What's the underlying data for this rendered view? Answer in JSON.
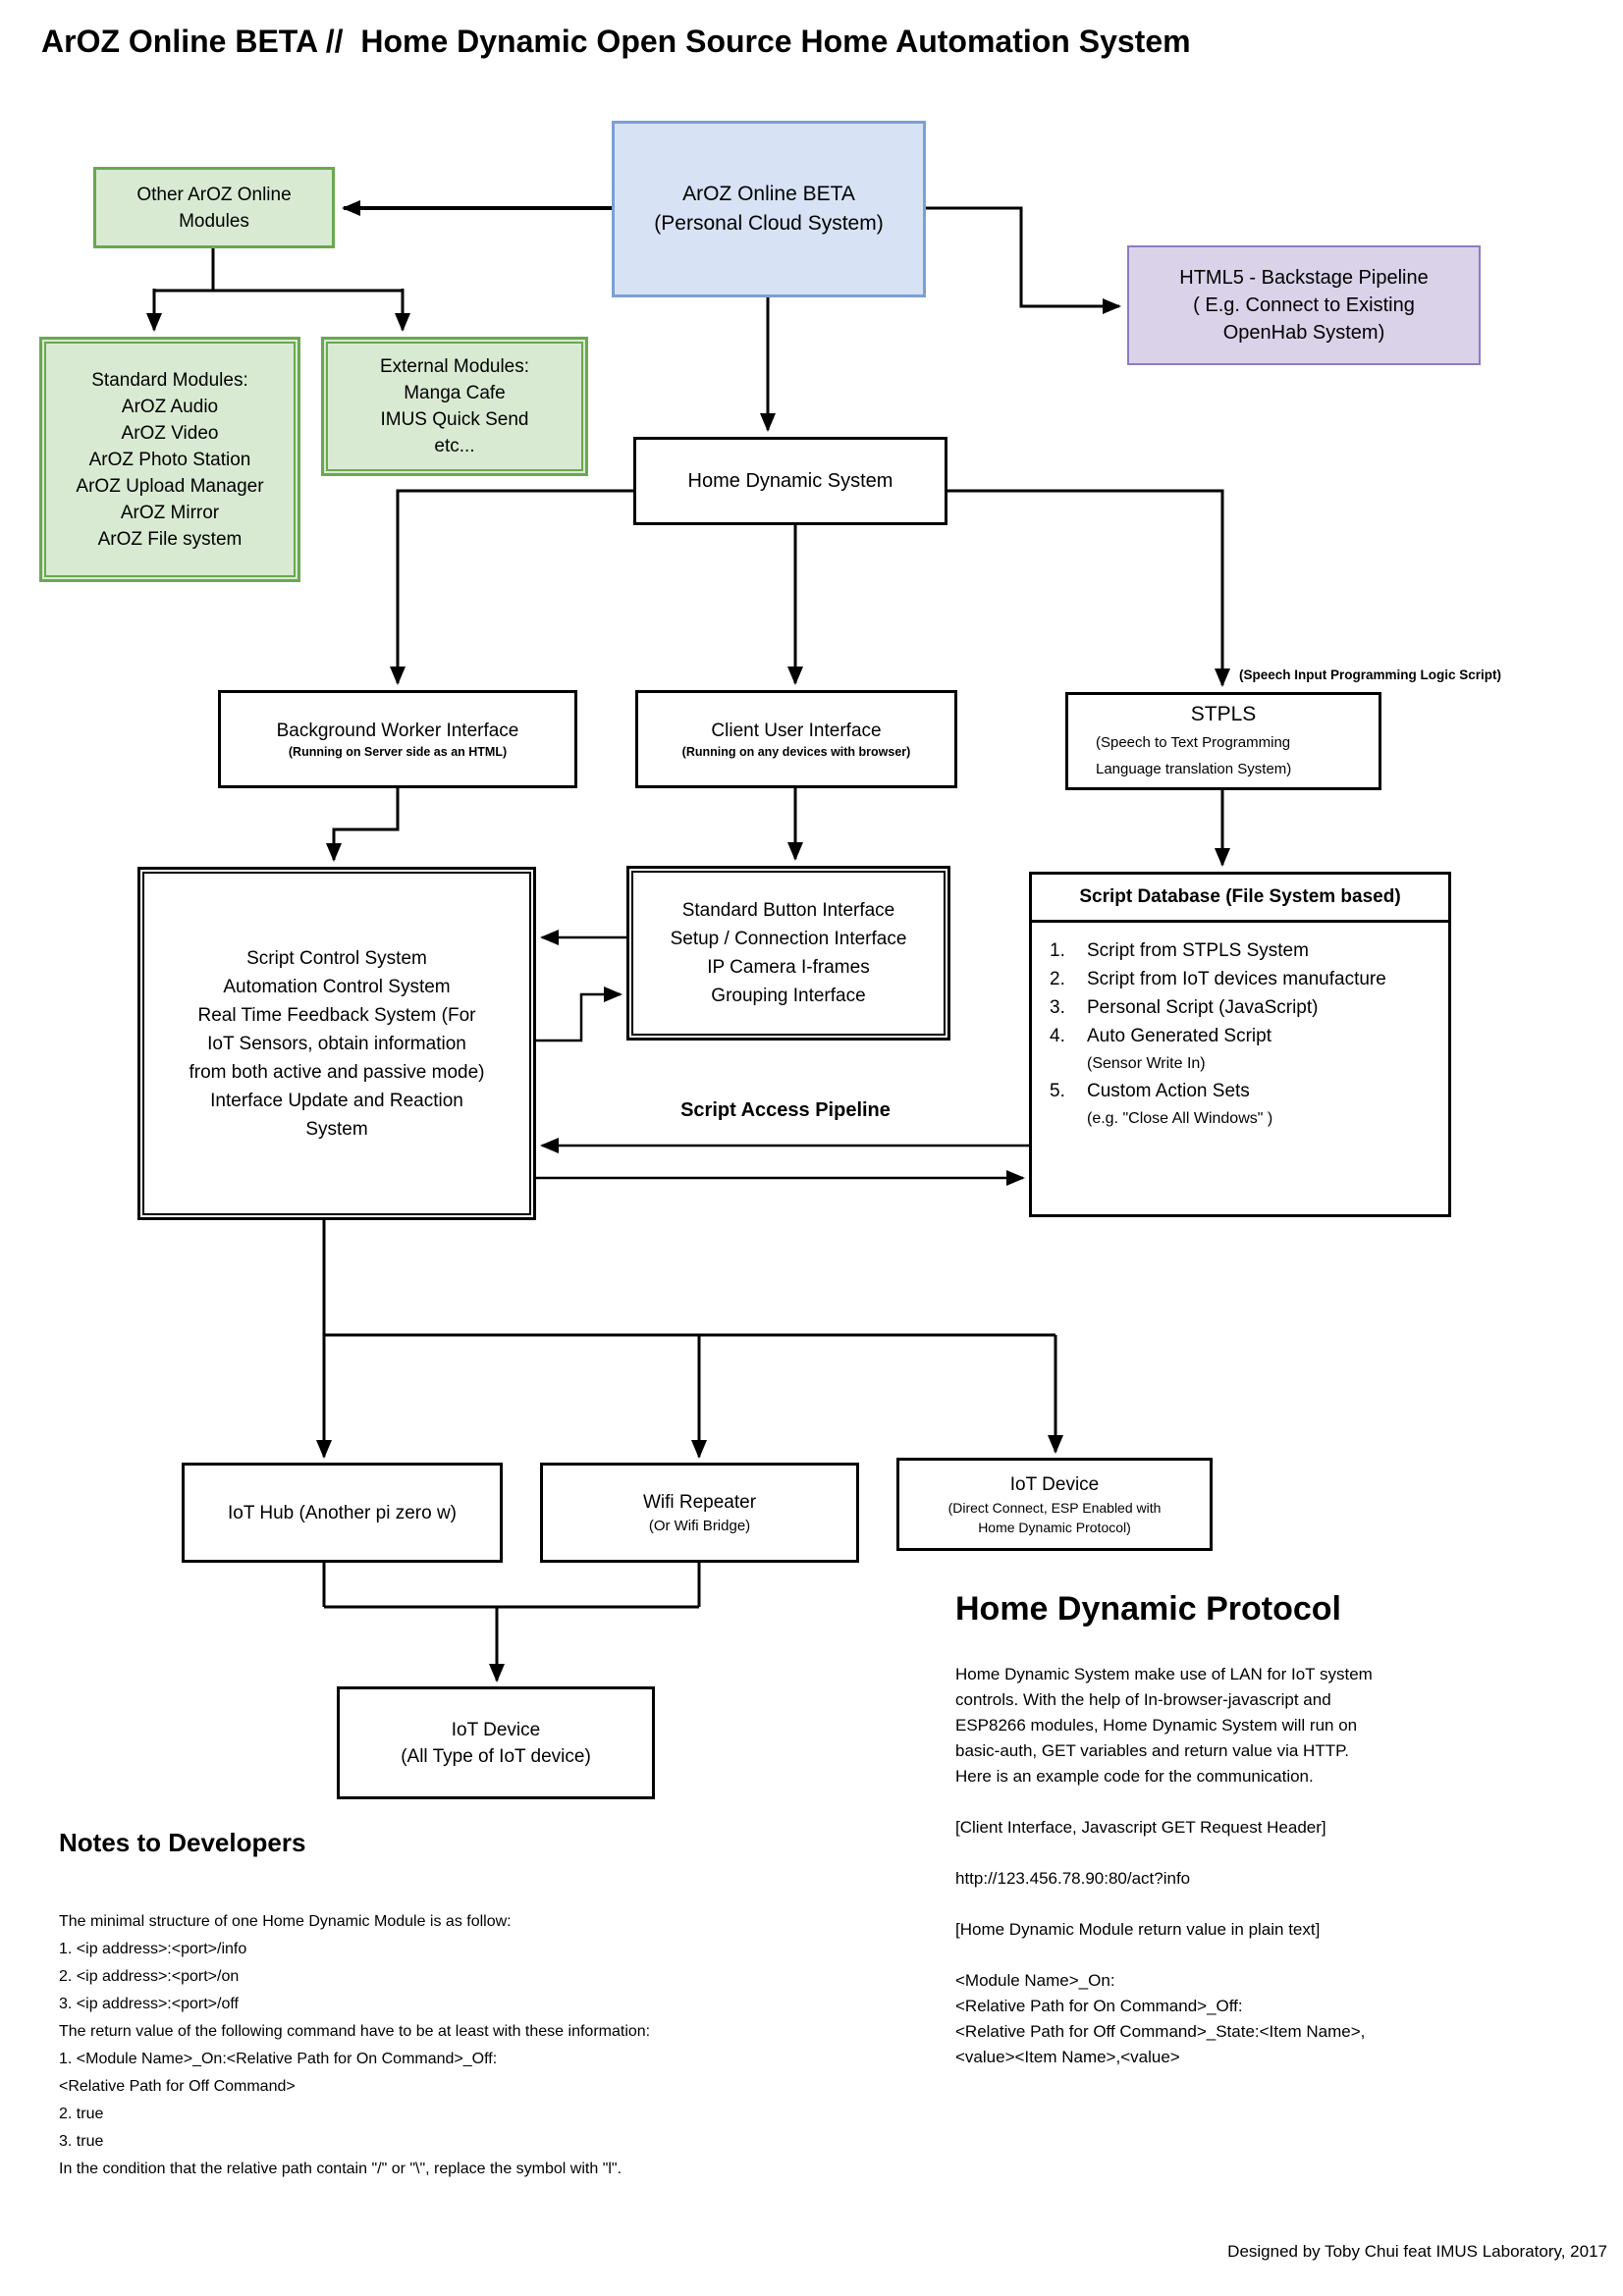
{
  "title": "ArOZ Online BETA //  Home Dynamic Open Source Home Automation System",
  "colors": {
    "green_fill": "#d9ead3",
    "green_border": "#6aa84f",
    "blue_fill": "#d7e2f4",
    "blue_border": "#7c9fd4",
    "purple_fill": "#d9d2e9",
    "purple_border": "#8e7cc3"
  },
  "nodes": {
    "aroz_online": {
      "lines": [
        "ArOZ Online BETA",
        "(Personal Cloud System)"
      ]
    },
    "other_modules": {
      "lines": [
        "Other ArOZ Online",
        "Modules"
      ]
    },
    "standard_modules": {
      "lines": [
        "Standard Modules:",
        "ArOZ Audio",
        "ArOZ Video",
        "ArOZ Photo Station",
        "ArOZ Upload Manager",
        "ArOZ Mirror",
        "ArOZ File system"
      ]
    },
    "external_modules": {
      "lines": [
        "External Modules:",
        "Manga Cafe",
        "IMUS Quick Send",
        "etc..."
      ]
    },
    "html5_pipeline": {
      "lines": [
        "HTML5 - Backstage Pipeline",
        "( E.g. Connect to Existing",
        "OpenHab System)"
      ]
    },
    "home_dynamic_system": {
      "label": "Home Dynamic System"
    },
    "background_worker": {
      "title": "Background Worker Interface",
      "subtitle": "(Running on Server side as an HTML)"
    },
    "client_user": {
      "title": "Client User Interface",
      "subtitle": "(Running on any devices with browser)"
    },
    "stpls": {
      "title": "STPLS",
      "lines": [
        "(Speech to Text Programming",
        "Language translation System)"
      ],
      "annotation": "(Speech Input Programming Logic Script)"
    },
    "script_control": {
      "lines": [
        "Script Control System",
        "Automation Control System",
        "Real Time Feedback System (For",
        "IoT Sensors, obtain information",
        "from both active and passive mode)",
        "Interface Update and Reaction",
        "System"
      ]
    },
    "standard_button": {
      "lines": [
        "Standard Button Interface",
        "Setup / Connection Interface",
        "IP Camera I-frames",
        "Grouping Interface"
      ]
    },
    "script_access_label": "Script Access Pipeline",
    "script_database": {
      "header": "Script Database (File System based)",
      "items": [
        {
          "num": "1.",
          "text": "Script from STPLS System"
        },
        {
          "num": "2.",
          "text": "Script from IoT devices manufacture"
        },
        {
          "num": "3.",
          "text": "Personal Script (JavaScript)"
        },
        {
          "num": "4.",
          "text": "Auto Generated Script",
          "note": "(Sensor Write In)"
        },
        {
          "num": "5.",
          "text": "Custom Action Sets",
          "note": "(e.g. \"Close All Windows\" )"
        }
      ]
    },
    "iot_hub": {
      "label": "IoT Hub (Another pi zero w)"
    },
    "wifi_repeater": {
      "title": "Wifi Repeater",
      "subtitle": "(Or Wifi Bridge)"
    },
    "iot_device_direct": {
      "title": "IoT Device",
      "lines": [
        "(Direct Connect, ESP Enabled with",
        "Home Dynamic Protocol)"
      ]
    },
    "iot_device_all": {
      "lines": [
        "IoT Device",
        "(All Type of IoT device)"
      ]
    }
  },
  "notes": {
    "heading": "Notes to Developers",
    "lines": [
      "The minimal structure of one Home Dynamic Module is as follow:",
      "1. <ip address>:<port>/info",
      "2. <ip address>:<port>/on",
      "3. <ip address>:<port>/off",
      "The return value of the following command have to be at least with these information:",
      "1. <Module Name>_On:<Relative Path for On Command>_Off:",
      "<Relative Path for Off Command>",
      "2. true",
      "3. true",
      "In the condition that the relative path contain \"/\" or \"\\\", replace the symbol with \"l\"."
    ]
  },
  "protocol": {
    "heading": "Home Dynamic Protocol",
    "paragraph": [
      "Home Dynamic System make use of LAN for IoT system",
      "controls. With the help of In-browser-javascript and",
      "ESP8266 modules, Home Dynamic System will run on",
      "basic-auth, GET variables and return value via HTTP.",
      "Here is an example code for the communication."
    ],
    "blocks": [
      "[Client Interface, Javascript GET Request Header]",
      "http://123.456.78.90:80/act?info",
      "[Home Dynamic Module return value in plain text]",
      [
        "<Module Name>_On:",
        "<Relative Path for On Command>_Off:",
        "<Relative Path for Off Command>_State:<Item Name>,",
        "<value><Item Name>,<value>"
      ]
    ]
  },
  "credit": "Designed by Toby Chui feat IMUS Laboratory, 2017"
}
